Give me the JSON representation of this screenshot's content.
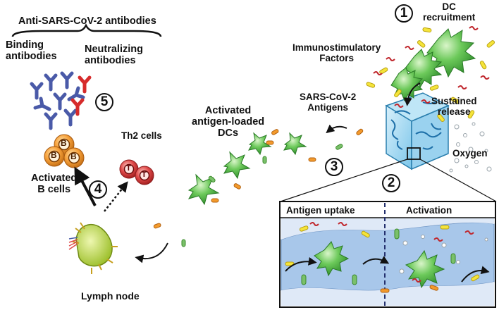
{
  "labels": {
    "anti_sars_antibodies": "Anti-SARS-CoV-2 antibodies",
    "binding_antibodies": "Binding\nantibodies",
    "neutralizing_antibodies": "Neutralizing\nantibodies",
    "th2_cells": "Th2 cells",
    "activated_b_cells": "Activated\nB cells",
    "lymph_node": "Lymph node",
    "activated_dcs": "Activated\nantigen-loaded\nDCs",
    "sars_antigens": "SARS-CoV-2\nAntigens",
    "immunostimulatory_factors": "Immunostimulatory\nFactors",
    "dc_recruitment": "DC\nrecruitment",
    "sustained_release": "Sustained\nrelease",
    "oxygen": "Oxygen",
    "antigen_uptake": "Antigen uptake",
    "activation": "Activation"
  },
  "steps": [
    "1",
    "2",
    "3",
    "4",
    "5"
  ],
  "cell_letters": {
    "b_cell": "B",
    "t_cell": "T"
  },
  "colors": {
    "dc_green": "#4db848",
    "antigen_orange": "#f39a2c",
    "factor_yellow": "#f5e43a",
    "cytokine_red": "#c0272d",
    "scaffold_blue": "#5bb8e6",
    "antibody_blue": "#4a5aa8",
    "antibody_red": "#d62b2b",
    "b_cell_orange": "#f7a23c",
    "t_cell_red": "#e04a4a",
    "lymph_node_green": "#b8d34a"
  }
}
